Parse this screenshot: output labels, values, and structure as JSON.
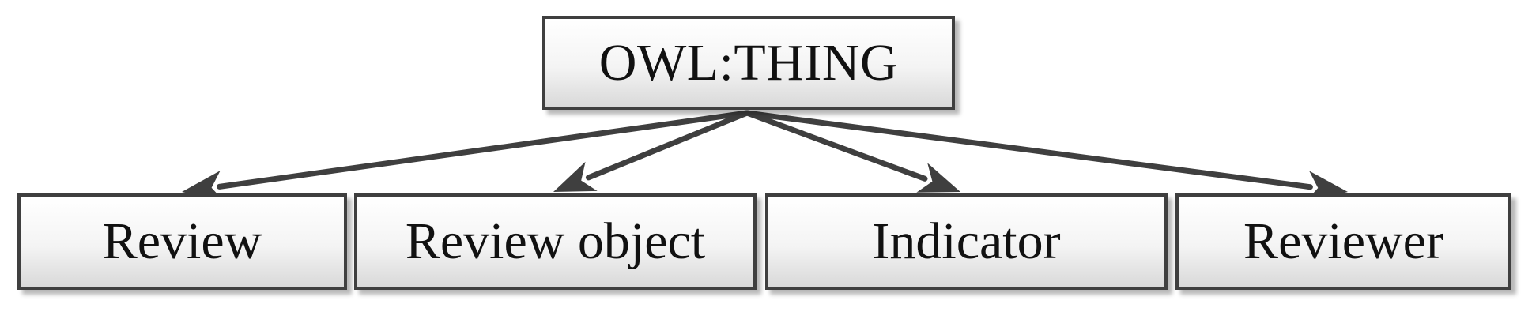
{
  "diagram": {
    "root": {
      "label": "OWL:THING"
    },
    "children": [
      {
        "id": "review",
        "label": "Review"
      },
      {
        "id": "review-object",
        "label": "Review object"
      },
      {
        "id": "indicator",
        "label": "Indicator"
      },
      {
        "id": "reviewer",
        "label": "Reviewer"
      }
    ],
    "edges": [
      {
        "from": "root",
        "to": "review"
      },
      {
        "from": "root",
        "to": "review-object"
      },
      {
        "from": "root",
        "to": "indicator"
      },
      {
        "from": "root",
        "to": "reviewer"
      }
    ],
    "colors": {
      "stroke": "#3f3f3f",
      "fill_top": "#ffffff",
      "fill_bottom": "#d9d9d9",
      "text": "#111111"
    }
  }
}
